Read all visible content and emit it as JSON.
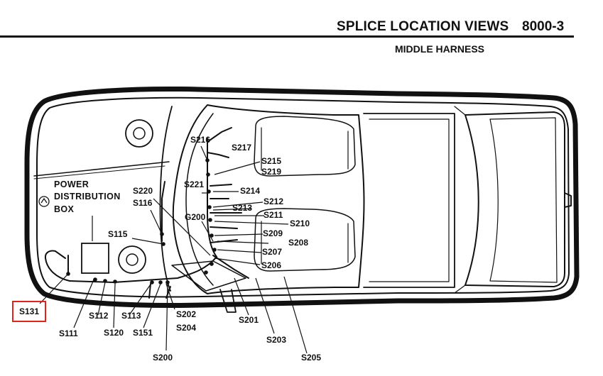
{
  "header": {
    "title": "SPLICE LOCATION VIEWS",
    "code": "8000-3",
    "subtitle": "MIDDLE HARNESS"
  },
  "diagram": {
    "box_label": [
      "POWER",
      "DISTRIBUTION",
      "BOX"
    ],
    "splices": {
      "s216": "S216",
      "s217": "S217",
      "s215": "S215",
      "s219": "S219",
      "s221": "S221",
      "s214": "S214",
      "s212": "S212",
      "s213": "S213",
      "s211": "S211",
      "g200": "G200",
      "s210": "S210",
      "s209": "S209",
      "s208": "S208",
      "s207": "S207",
      "s206": "S206",
      "s220": "S220",
      "s116": "S116",
      "s115": "S115",
      "s131": "S131",
      "s111": "S111",
      "s112": "S112",
      "s113": "S113",
      "s120": "S120",
      "s151": "S151",
      "s202": "S202",
      "s204": "S204",
      "s200": "S200",
      "s201": "S201",
      "s203": "S203",
      "s205": "S205"
    },
    "highlight_color": "#e2231a"
  }
}
